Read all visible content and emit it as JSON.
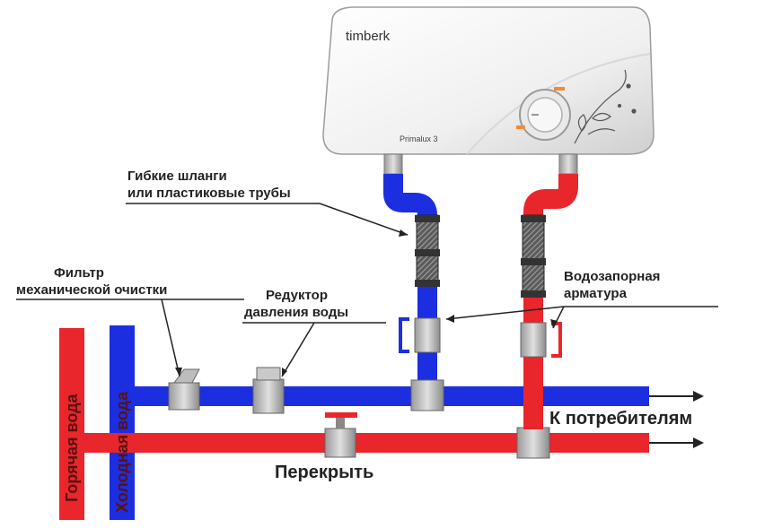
{
  "heater": {
    "brand": "timberk",
    "model": "Primalux 3"
  },
  "labels": {
    "flex_hoses_line1": "Гибкие шланги",
    "flex_hoses_line2": "или пластиковые трубы",
    "filter_line1": "Фильтр",
    "filter_line2": "механической очистки",
    "reducer_line1": "Редуктор",
    "reducer_line2": "давления воды",
    "valves_line1": "Водозапорная",
    "valves_line2": "арматура",
    "to_consumers": "К потребителям",
    "shut_off": "Перекрыть",
    "hot_water": "Горячая вода",
    "cold_water": "Холодная вода"
  },
  "colors": {
    "hot": "#e8262b",
    "cold": "#1b2fe0",
    "fitting": "#b8b8b8",
    "heater_body": "#f2f2f2"
  }
}
